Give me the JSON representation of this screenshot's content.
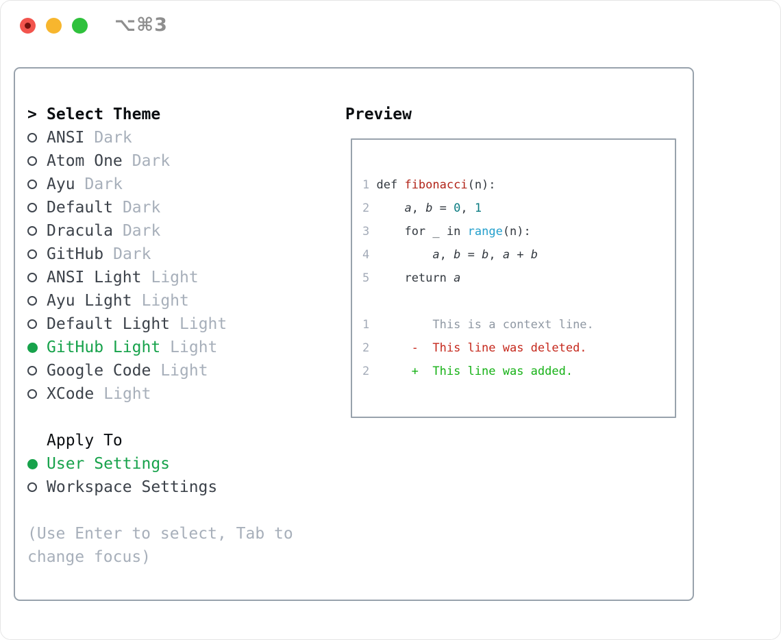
{
  "window": {
    "shortcut": "⌥⌘3"
  },
  "colors": {
    "accent_green": "#17a24b",
    "diff_red": "#c5281c",
    "diff_green": "#15b115",
    "keyword": "#32383f",
    "function_red": "#b12318",
    "number_teal": "#0a7b81",
    "builtin_blue": "#239fcc",
    "muted_gray": "#a7afba",
    "context_gray": "#8f98a3",
    "gutter_gray": "#a3abb8",
    "border_gray": "#98a2ac",
    "text_dark": "#3c424a",
    "heading_black": "#0b0e11",
    "traffic_red": "#f2544d",
    "traffic_yellow": "#f7b62e",
    "traffic_green": "#2fc13c"
  },
  "theme_menu": {
    "marker": ">",
    "header": "Select Theme",
    "items": [
      {
        "name": "ANSI",
        "variant": "Dark",
        "selected": false
      },
      {
        "name": "Atom One",
        "variant": "Dark",
        "selected": false
      },
      {
        "name": "Ayu",
        "variant": "Dark",
        "selected": false
      },
      {
        "name": "Default",
        "variant": "Dark",
        "selected": false
      },
      {
        "name": "Dracula",
        "variant": "Dark",
        "selected": false
      },
      {
        "name": "GitHub",
        "variant": "Dark",
        "selected": false
      },
      {
        "name": "ANSI Light",
        "variant": "Light",
        "selected": false
      },
      {
        "name": "Ayu Light",
        "variant": "Light",
        "selected": false
      },
      {
        "name": "Default Light",
        "variant": "Light",
        "selected": false
      },
      {
        "name": "GitHub Light",
        "variant": "Light",
        "selected": true
      },
      {
        "name": "Google Code",
        "variant": "Light",
        "selected": false
      },
      {
        "name": "XCode",
        "variant": "Light",
        "selected": false
      }
    ]
  },
  "apply_to": {
    "header": "Apply To",
    "options": [
      {
        "label": "User Settings",
        "selected": true
      },
      {
        "label": "Workspace Settings",
        "selected": false
      }
    ]
  },
  "hint": {
    "lines": [
      "(Use Enter to select, Tab to",
      "change focus)"
    ]
  },
  "preview": {
    "title": "Preview",
    "code_lines": [
      {
        "num": "1",
        "segments": [
          {
            "text": "def ",
            "style": "keyword"
          },
          {
            "text": "fibonacci",
            "style": "function"
          },
          {
            "text": "(n):",
            "style": "plain"
          }
        ]
      },
      {
        "num": "2",
        "segments": [
          {
            "text": "    ",
            "style": "plain"
          },
          {
            "text": "a",
            "style": "variable"
          },
          {
            "text": ", ",
            "style": "plain"
          },
          {
            "text": "b",
            "style": "variable"
          },
          {
            "text": " = ",
            "style": "plain"
          },
          {
            "text": "0",
            "style": "number"
          },
          {
            "text": ", ",
            "style": "plain"
          },
          {
            "text": "1",
            "style": "number"
          }
        ]
      },
      {
        "num": "3",
        "segments": [
          {
            "text": "    ",
            "style": "plain"
          },
          {
            "text": "for",
            "style": "keyword"
          },
          {
            "text": " _ ",
            "style": "plain"
          },
          {
            "text": "in",
            "style": "keyword"
          },
          {
            "text": " ",
            "style": "plain"
          },
          {
            "text": "range",
            "style": "builtin"
          },
          {
            "text": "(n):",
            "style": "plain"
          }
        ]
      },
      {
        "num": "4",
        "segments": [
          {
            "text": "        ",
            "style": "plain"
          },
          {
            "text": "a",
            "style": "variable"
          },
          {
            "text": ", ",
            "style": "plain"
          },
          {
            "text": "b",
            "style": "variable"
          },
          {
            "text": " = ",
            "style": "plain"
          },
          {
            "text": "b",
            "style": "variable"
          },
          {
            "text": ", ",
            "style": "plain"
          },
          {
            "text": "a",
            "style": "variable"
          },
          {
            "text": " + ",
            "style": "plain"
          },
          {
            "text": "b",
            "style": "variable"
          }
        ]
      },
      {
        "num": "5",
        "segments": [
          {
            "text": "    ",
            "style": "plain"
          },
          {
            "text": "return",
            "style": "keyword"
          },
          {
            "text": " ",
            "style": "plain"
          },
          {
            "text": "a",
            "style": "variable"
          }
        ]
      }
    ],
    "diff_lines": [
      {
        "num": "1",
        "marker": " ",
        "text": "This is a context line.",
        "type": "context"
      },
      {
        "num": "2",
        "marker": "-",
        "text": "This line was deleted.",
        "type": "deleted"
      },
      {
        "num": "2",
        "marker": "+",
        "text": "This line was added.",
        "type": "added"
      }
    ]
  }
}
